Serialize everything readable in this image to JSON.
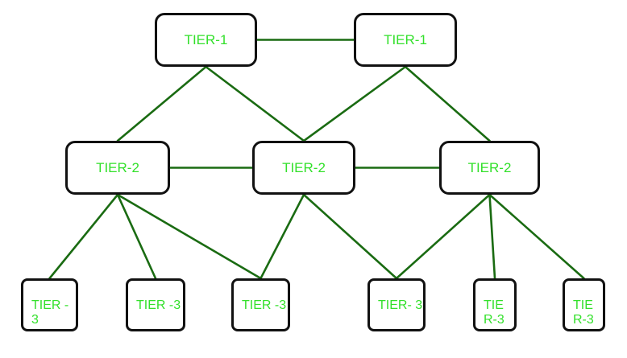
{
  "nodes": [
    {
      "id": "t1a",
      "label": "TIER-1"
    },
    {
      "id": "t1b",
      "label": "TIER-1"
    },
    {
      "id": "t2a",
      "label": "TIER-2"
    },
    {
      "id": "t2b",
      "label": "TIER-2"
    },
    {
      "id": "t2c",
      "label": "TIER-2"
    },
    {
      "id": "t3a",
      "label": "TIER -3"
    },
    {
      "id": "t3b",
      "label": "TIER -3"
    },
    {
      "id": "t3c",
      "label": "TIER -3"
    },
    {
      "id": "t3d",
      "label": "TIER- 3"
    },
    {
      "id": "t3e",
      "label": "TIE R-3"
    },
    {
      "id": "t3f",
      "label": "TIE R-3"
    }
  ],
  "edges": [
    [
      "t1a",
      "t1b"
    ],
    [
      "t1a",
      "t2a"
    ],
    [
      "t1a",
      "t2b"
    ],
    [
      "t1b",
      "t2b"
    ],
    [
      "t1b",
      "t2c"
    ],
    [
      "t2a",
      "t2b"
    ],
    [
      "t2b",
      "t2c"
    ],
    [
      "t2a",
      "t3a"
    ],
    [
      "t2a",
      "t3b"
    ],
    [
      "t2a",
      "t3c"
    ],
    [
      "t2b",
      "t3c"
    ],
    [
      "t2b",
      "t3d"
    ],
    [
      "t2c",
      "t3d"
    ],
    [
      "t2c",
      "t3e"
    ],
    [
      "t2c",
      "t3f"
    ]
  ],
  "colors": {
    "edge": "#1a6b12",
    "label": "#33e02b",
    "border": "#111111"
  }
}
